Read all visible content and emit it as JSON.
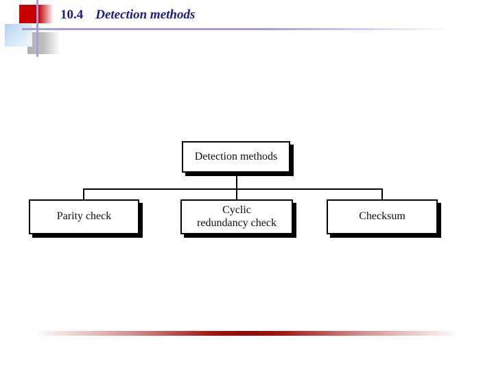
{
  "header": {
    "section_number": "10.4",
    "title": "Detection methods"
  },
  "diagram": {
    "root_label": "Detection methods",
    "children": [
      {
        "label": "Parity check"
      },
      {
        "label": "Cyclic redundancy check",
        "line1": "Cyclic",
        "line2": "redundancy check"
      },
      {
        "label": "Checksum"
      }
    ]
  },
  "colors": {
    "title_text": "#1b1b8f",
    "accent_red": "#c80000",
    "accent_lavender": "#9f9fe0",
    "accent_blue": "#b3d0f1",
    "accent_gray": "#b0b0b0",
    "bottom_bar_red": "#a51212",
    "box_border": "#000000",
    "box_background": "#ffffff"
  }
}
